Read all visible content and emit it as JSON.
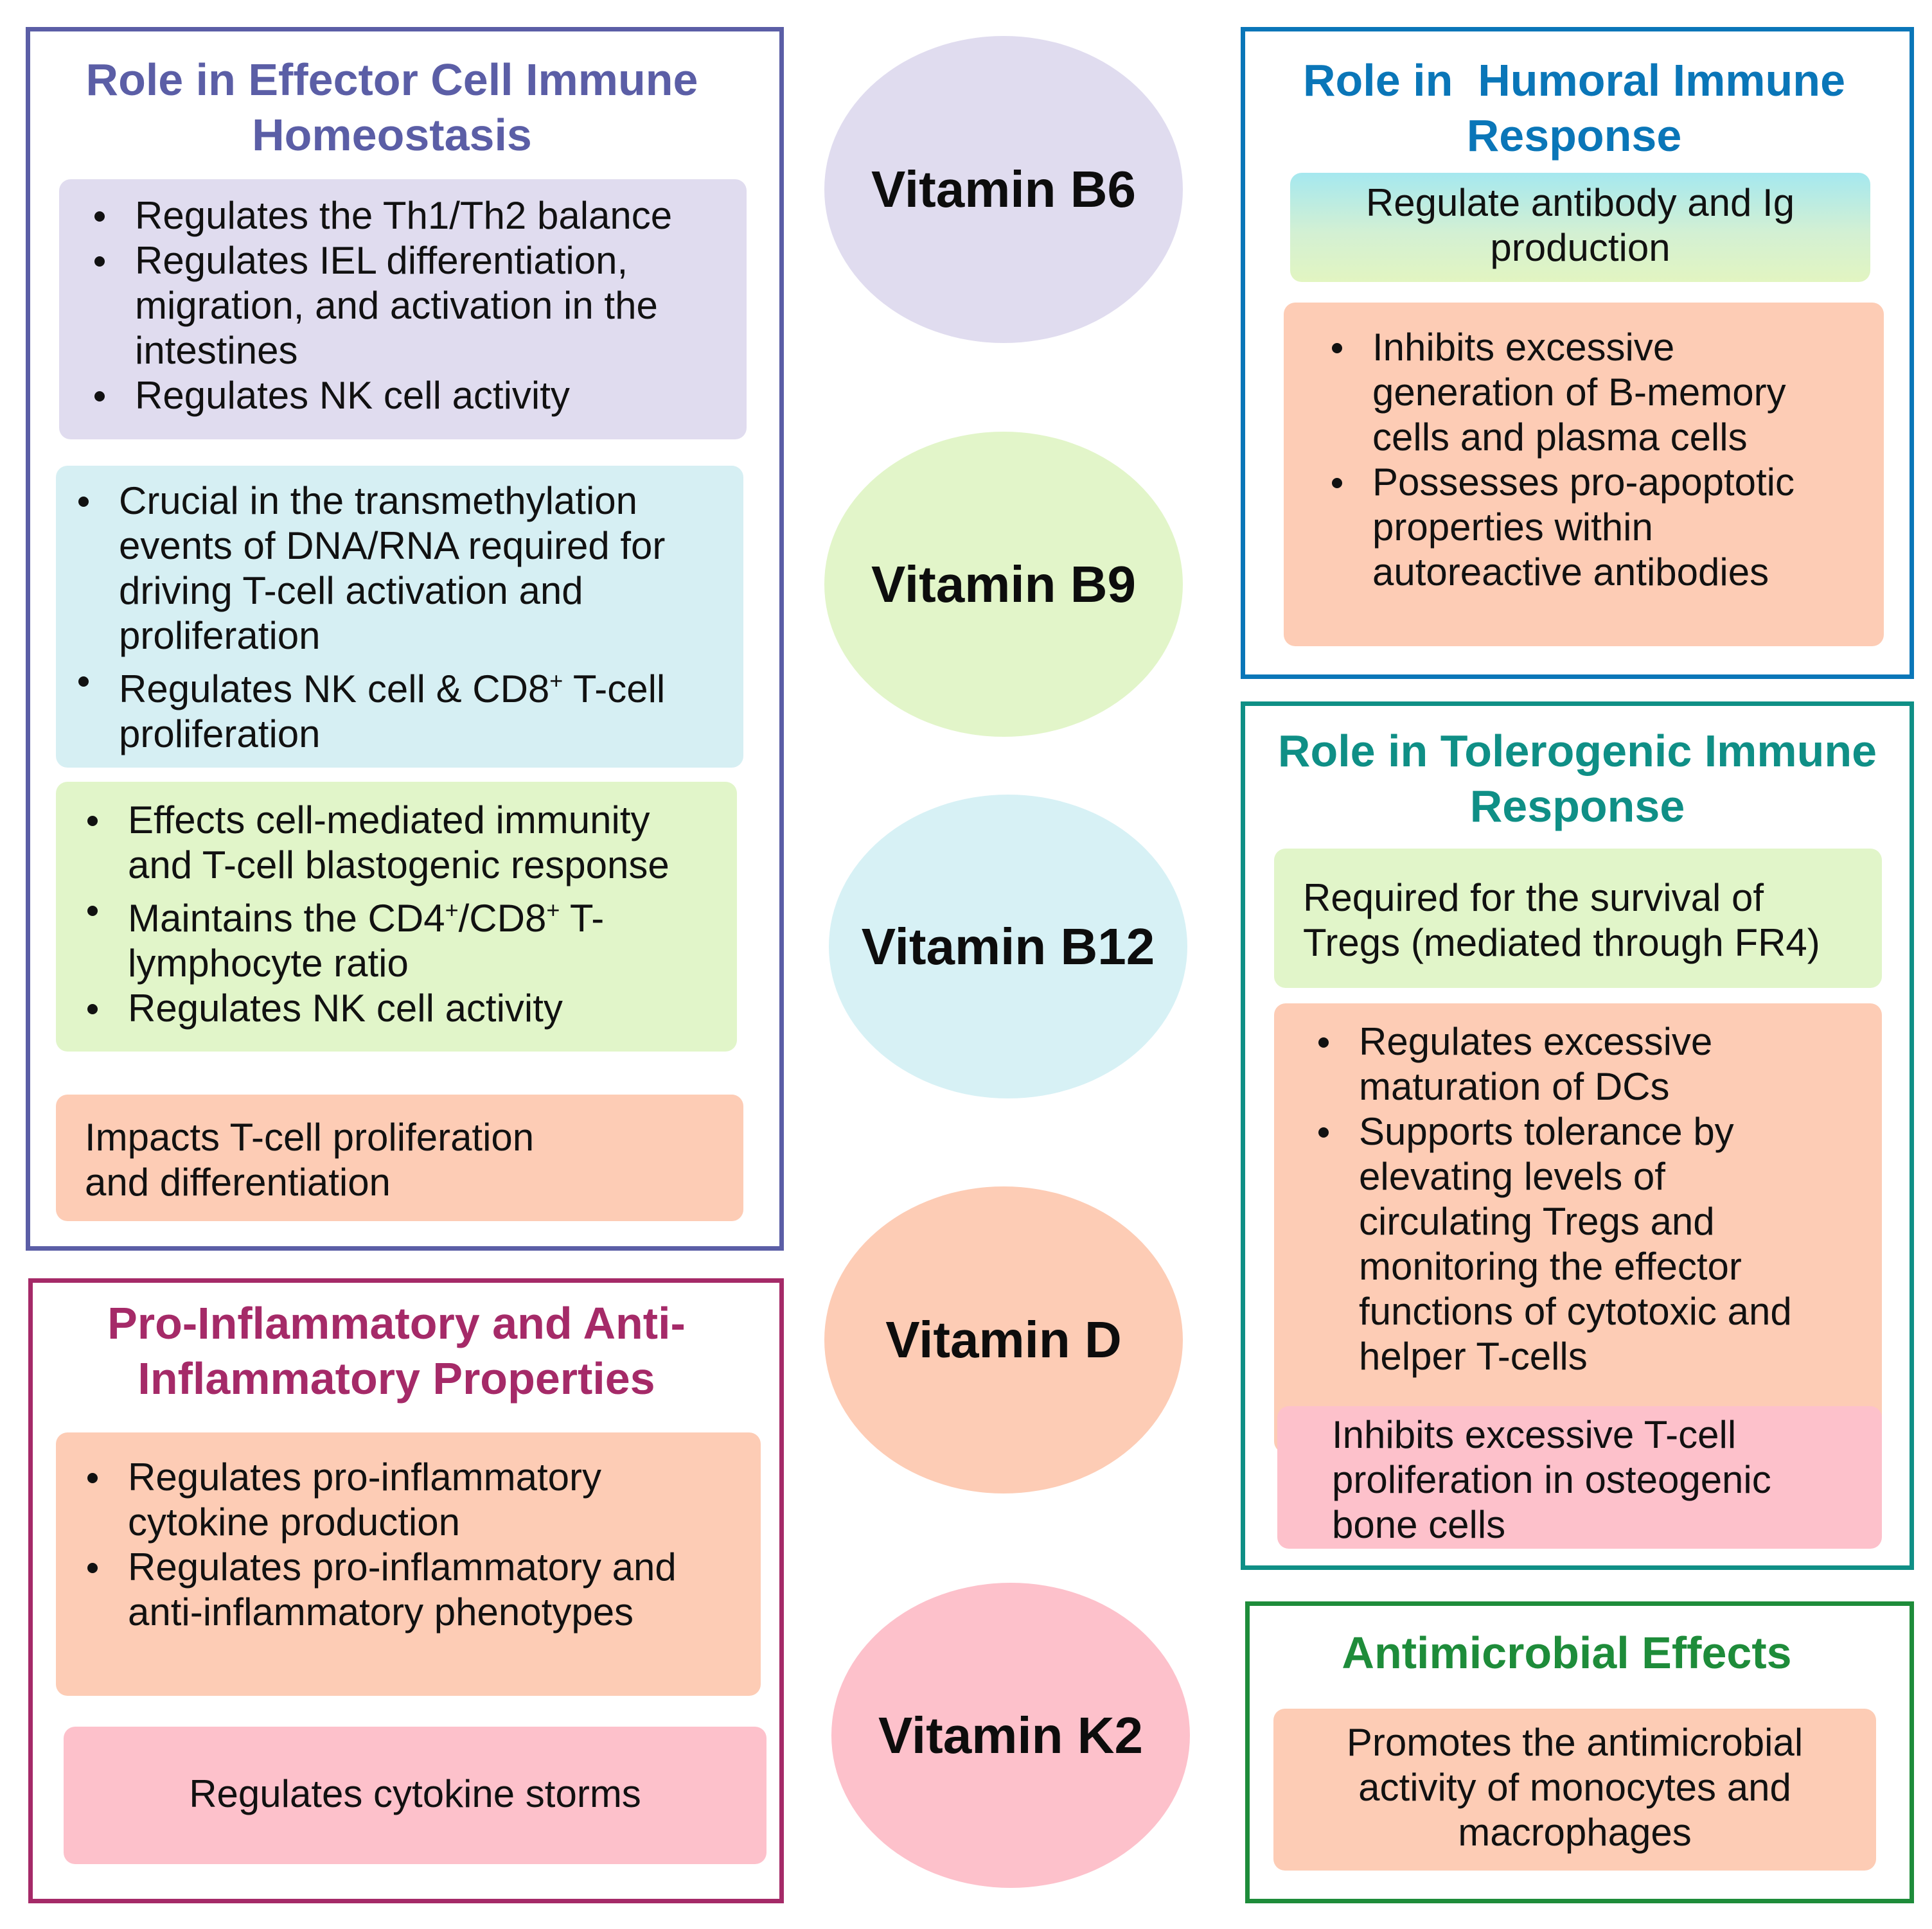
{
  "vitamins": [
    {
      "label": "Vitamin B6",
      "color": "#e0dcef"
    },
    {
      "label": "Vitamin B9",
      "color": "#e2f5c9"
    },
    {
      "label": "Vitamin B12",
      "color": "#d7f1f5"
    },
    {
      "label": "Vitamin D",
      "color": "#fdccb5"
    },
    {
      "label": "Vitamin K2",
      "color": "#fdc1cb"
    }
  ],
  "effector": {
    "title_lines": [
      "Role in Effector Cell Immune",
      "Homeostasis"
    ],
    "color": "#5b5ea6",
    "b6_bullets": [
      [
        "Regulates the Th1/Th2 balance"
      ],
      [
        "Regulates IEL differentiation,",
        "migration, and activation in the",
        "intestines"
      ],
      [
        "Regulates NK cell activity"
      ]
    ],
    "b9_bullets": [
      [
        "Crucial in the transmethylation",
        "events of DNA/RNA required for",
        "driving T-cell activation and",
        "proliferation"
      ]
    ],
    "b9_nk": {
      "prefix": "Regulates NK cell & CD8",
      "sup": "+",
      "suffix": " T-cell",
      "line2": "proliferation"
    },
    "b12_bullets_a": [
      [
        "Effects cell-mediated immunity",
        "and T-cell blastogenic response"
      ]
    ],
    "b12_ratio": {
      "p1": "Maintains the CD4",
      "sup1": "+",
      "p2": "/CD8",
      "sup2": "+",
      "p3": " T-",
      "line2": "lymphocyte ratio"
    },
    "b12_bullets_b": [
      [
        "Regulates NK cell activity"
      ]
    ],
    "d_lines": [
      "Impacts T-cell proliferation",
      "and differentiation"
    ]
  },
  "inflammatory": {
    "title_lines": [
      "Pro-Inflammatory and Anti-",
      "Inflammatory Properties"
    ],
    "color": "#a52a68",
    "d_bullets": [
      [
        "Regulates pro-inflammatory",
        "cytokine production"
      ],
      [
        "Regulates pro-inflammatory and",
        "anti-inflammatory phenotypes"
      ]
    ],
    "k2_text": "Regulates cytokine storms"
  },
  "humoral": {
    "title_lines": [
      "Role in  Humoral Immune",
      "Response"
    ],
    "color": "#0a76b8",
    "b6_lines": [
      "Regulate antibody and Ig",
      "production"
    ],
    "d_bullets": [
      [
        "Inhibits excessive",
        "generation of B-memory",
        "cells and plasma cells"
      ],
      [
        "Possesses pro-apoptotic",
        "properties within",
        "autoreactive antibodies"
      ]
    ]
  },
  "tolerogenic": {
    "title_lines": [
      "Role in Tolerogenic Immune",
      "Response"
    ],
    "color": "#0f8f86",
    "b9_lines": [
      "Required for the survival of",
      "Tregs (mediated through FR4)"
    ],
    "d_bullets": [
      [
        "Regulates excessive",
        "maturation of DCs"
      ],
      [
        "Supports tolerance by",
        "elevating levels of",
        "circulating Tregs and",
        "monitoring the effector",
        "functions of cytotoxic and",
        "helper T-cells"
      ]
    ],
    "k2_lines": [
      "Inhibits excessive T-cell",
      "proliferation in osteogenic",
      "bone cells"
    ]
  },
  "antimicrobial": {
    "title": "Antimicrobial Effects",
    "color": "#1e8c3a",
    "d_lines": [
      "Promotes the antimicrobial",
      "activity of monocytes and",
      "macrophages"
    ]
  }
}
